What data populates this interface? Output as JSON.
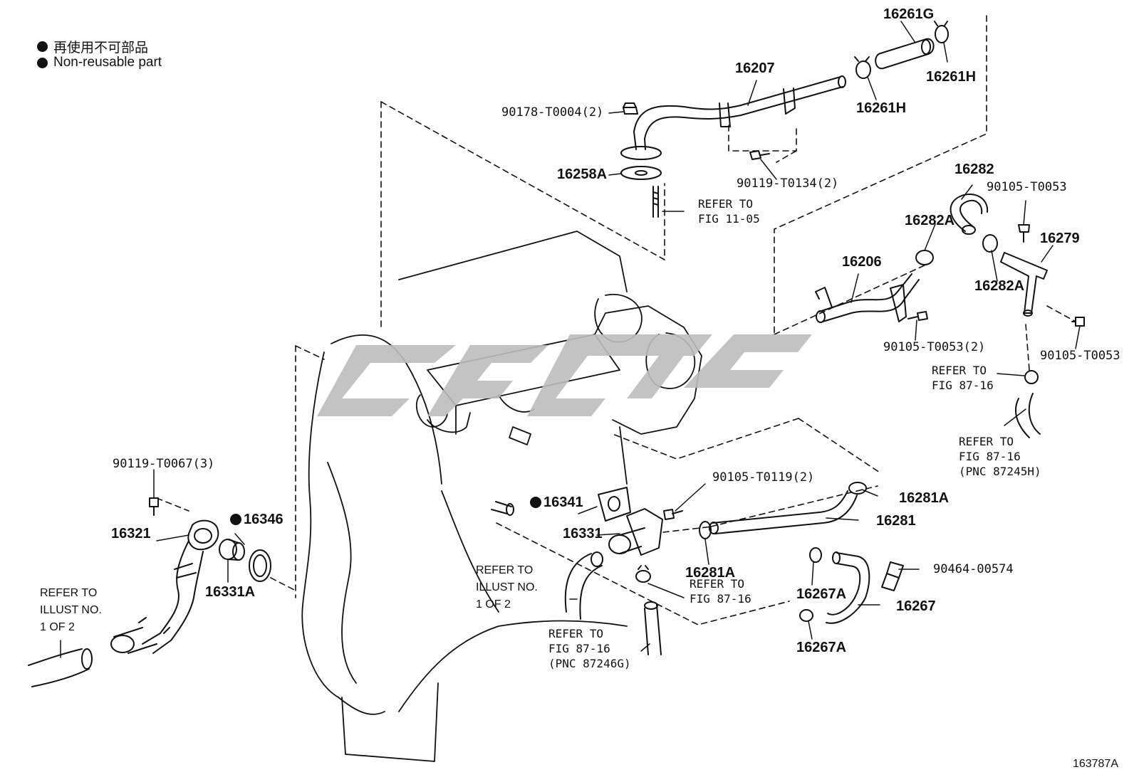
{
  "legend": {
    "jp": "再使用不可部品",
    "en": "Non-reusable part"
  },
  "parts": {
    "p16261G": "16261G",
    "p16207": "16207",
    "p16261H_a": "16261H",
    "p16261H_b": "16261H",
    "p90178": "90178-T0004(2)",
    "p16258A": "16258A",
    "p90119_T0134": "90119-T0134(2)",
    "p16282": "16282",
    "p90105_T0053_a": "90105-T0053",
    "p16282A_a": "16282A",
    "p16279": "16279",
    "p16206": "16206",
    "p16282A_b": "16282A",
    "p90105_T0053_2": "90105-T0053(2)",
    "p90105_T0053_b": "90105-T0053",
    "p90119_T0067": "90119-T0067(3)",
    "p16321": "16321",
    "p16346": "16346",
    "p16331A": "16331A",
    "p16341": "16341",
    "p16331": "16331",
    "p90105_T0119": "90105-T0119(2)",
    "p16281A_a": "16281A",
    "p16281": "16281",
    "p16281A_b": "16281A",
    "p90464": "90464-00574",
    "p16267A_a": "16267A",
    "p16267": "16267",
    "p16267A_b": "16267A"
  },
  "refs": {
    "fig_11_05": "REFER TO\nFIG 11-05",
    "fig_87_16_a": "REFER TO\nFIG 87-16",
    "fig_87_16_pnc_h": "REFER TO\nFIG 87-16\n(PNC 87245H)",
    "illust_left": "REFER TO\nILLUST NO.\n1 OF 2",
    "illust_mid": "REFER TO\nILLUST NO.\n1 OF 2",
    "fig_87_16_mid": "REFER TO\nFIG 87-16",
    "fig_87_16_pnc_g": "REFER TO\nFIG 87-16\n(PNC 87246G)"
  },
  "figure_id": "163787A"
}
